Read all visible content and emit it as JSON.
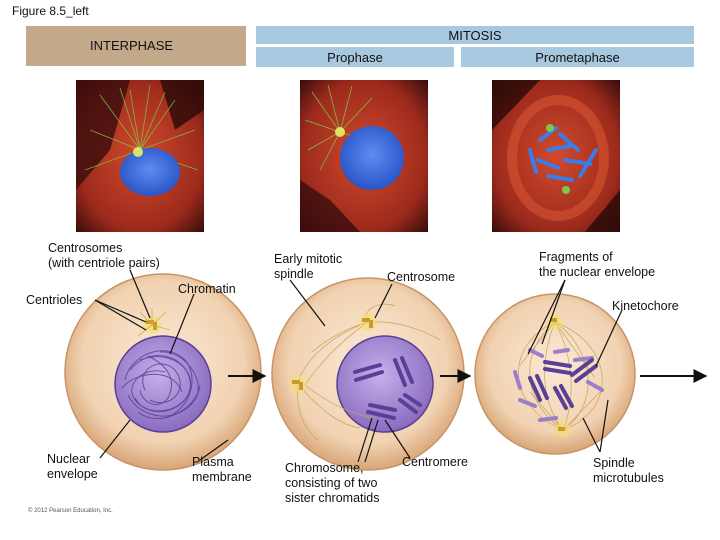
{
  "figure_label": "Figure 8.5_left",
  "banners": {
    "interphase": "INTERPHASE",
    "mitosis": "MITOSIS",
    "prophase": "Prophase",
    "prometaphase": "Prometaphase"
  },
  "labels": {
    "centrosomes": "Centrosomes",
    "centriole_pairs": "(with centriole pairs)",
    "centrioles": "Centrioles",
    "chromatin": "Chromatin",
    "nuclear_envelope_1": "Nuclear",
    "nuclear_envelope_2": "envelope",
    "plasma_membrane_1": "Plasma",
    "plasma_membrane_2": "membrane",
    "early_spindle_1": "Early mitotic",
    "early_spindle_2": "spindle",
    "centrosome": "Centrosome",
    "chromosome_1": "Chromosome,",
    "chromosome_2": "consisting of two",
    "chromosome_3": "sister chromatids",
    "centromere": "Centromere",
    "fragments_1": "Fragments of",
    "fragments_2": "the nuclear envelope",
    "kinetochore": "Kinetochore",
    "spindle_mt_1": "Spindle",
    "spindle_mt_2": "microtubules"
  },
  "copyright": "© 2012 Pearson Education, Inc.",
  "colors": {
    "interphase_banner": "#c2a98a",
    "mitosis_banner": "#a8c8df",
    "cell_fill": "#f0d3b4",
    "nucleus": "#9b7fc9",
    "chromatin": "#5b3f97",
    "spindle": "#c9a45a",
    "arrow": "#111111"
  }
}
